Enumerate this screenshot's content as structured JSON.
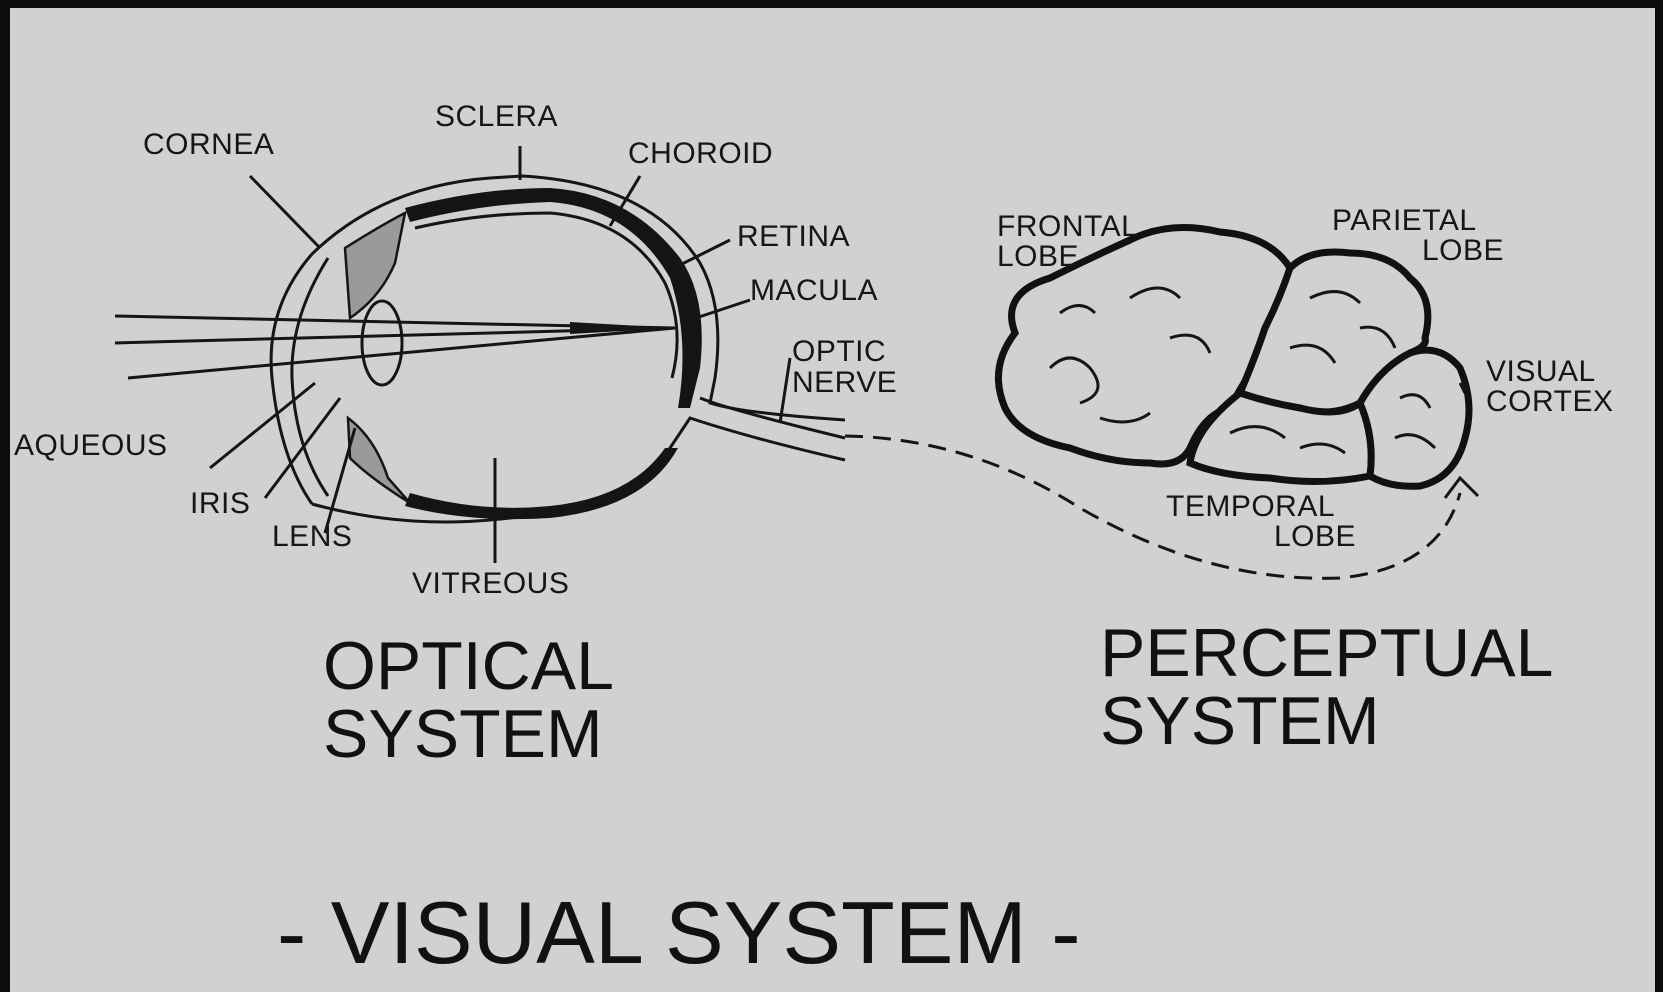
{
  "title": "- VISUAL SYSTEM -",
  "optical_system": {
    "heading_line1": "OPTICAL",
    "heading_line2": "SYSTEM",
    "labels": {
      "sclera": "SCLERA",
      "cornea": "CORNEA",
      "choroid": "CHOROID",
      "retina": "RETINA",
      "macula": "MACULA",
      "optic_nerve_line1": "OPTIC",
      "optic_nerve_line2": "NERVE",
      "aqueous": "AQUEOUS",
      "iris": "IRIS",
      "lens": "LENS",
      "vitreous": "VITREOUS"
    }
  },
  "perceptual_system": {
    "heading_line1": "PERCEPTUAL",
    "heading_line2": "SYSTEM",
    "labels": {
      "frontal_line1": "FRONTAL",
      "frontal_line2": "LOBE",
      "parietal_line1": "PARIETAL",
      "parietal_line2": "LOBE",
      "visual_line1": "VISUAL",
      "visual_line2": "CORTEX",
      "temporal_line1": "TEMPORAL",
      "temporal_line2": "LOBE"
    }
  },
  "colors": {
    "background": "#d1d1d1",
    "frame": "#0c0c0c",
    "ink": "#151515"
  }
}
